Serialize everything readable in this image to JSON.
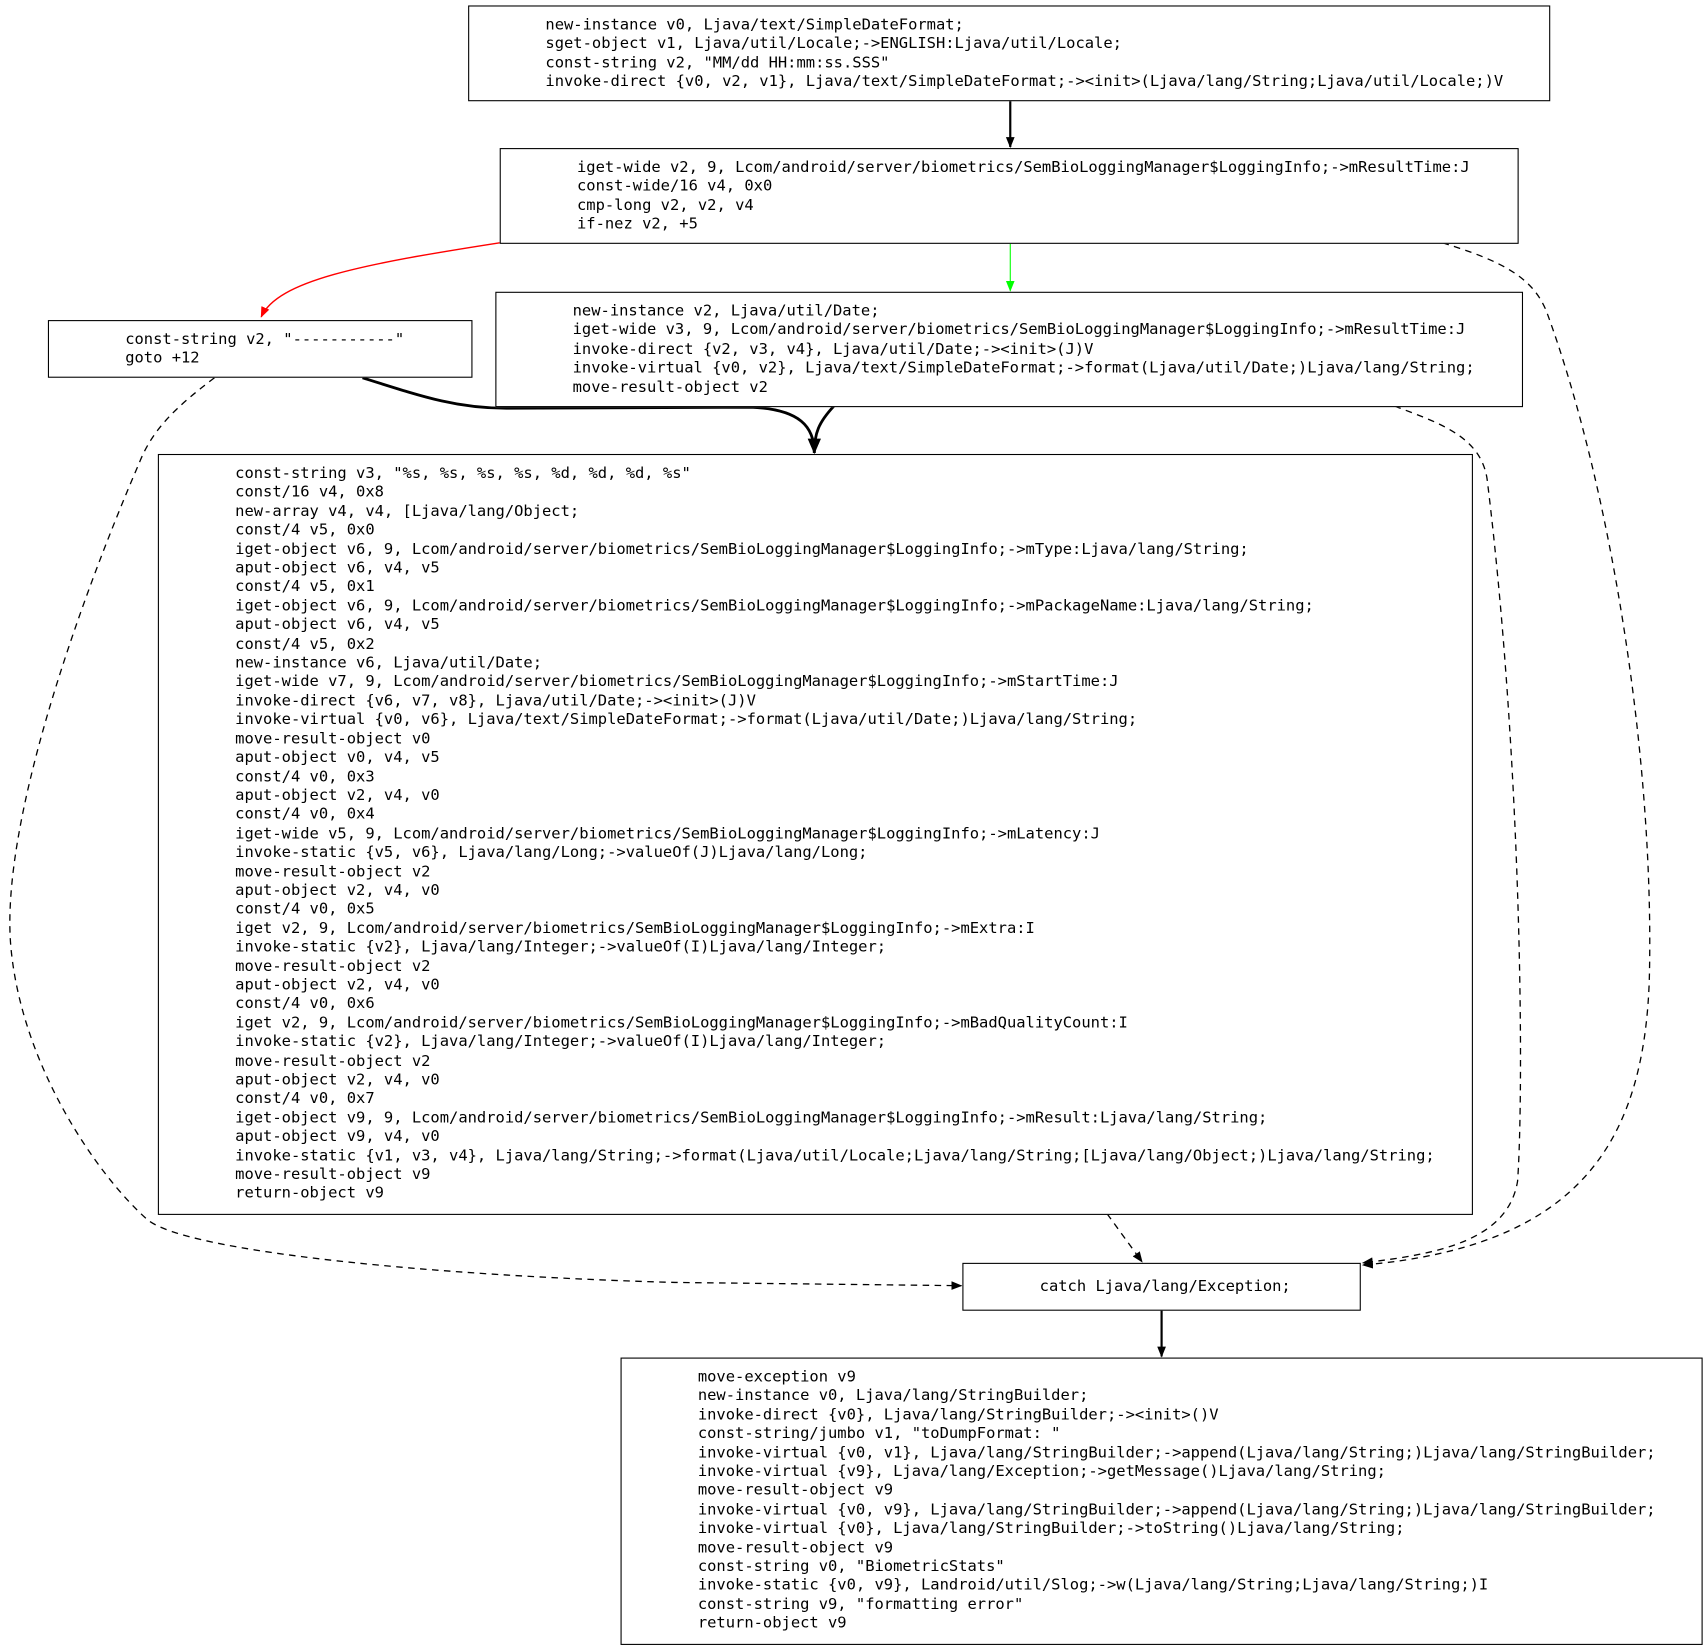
{
  "nodes": [
    {
      "id": "n1",
      "lines": [
        "new-instance v0, Ljava/text/SimpleDateFormat;",
        "sget-object v1, Ljava/util/Locale;->ENGLISH:Ljava/util/Locale;",
        "const-string v2, \"MM/dd HH:mm:ss.SSS\"",
        "invoke-direct {v0, v2, v1}, Ljava/text/SimpleDateFormat;-><init>(Ljava/lang/String;Ljava/util/Locale;)V"
      ]
    },
    {
      "id": "n2",
      "lines": [
        "iget-wide v2, 9, Lcom/android/server/biometrics/SemBioLoggingManager$LoggingInfo;->mResultTime:J",
        "const-wide/16 v4, 0x0",
        "cmp-long v2, v2, v4",
        "if-nez v2, +5"
      ]
    },
    {
      "id": "n3",
      "lines": [
        "const-string v2, \"-----------\"",
        "goto +12"
      ]
    },
    {
      "id": "n4",
      "lines": [
        "new-instance v2, Ljava/util/Date;",
        "iget-wide v3, 9, Lcom/android/server/biometrics/SemBioLoggingManager$LoggingInfo;->mResultTime:J",
        "invoke-direct {v2, v3, v4}, Ljava/util/Date;-><init>(J)V",
        "invoke-virtual {v0, v2}, Ljava/text/SimpleDateFormat;->format(Ljava/util/Date;)Ljava/lang/String;",
        "move-result-object v2"
      ]
    },
    {
      "id": "n5",
      "lines": [
        "const-string v3, \"%s, %s, %s, %s, %d, %d, %d, %s\"",
        "const/16 v4, 0x8",
        "new-array v4, v4, [Ljava/lang/Object;",
        "const/4 v5, 0x0",
        "iget-object v6, 9, Lcom/android/server/biometrics/SemBioLoggingManager$LoggingInfo;->mType:Ljava/lang/String;",
        "aput-object v6, v4, v5",
        "const/4 v5, 0x1",
        "iget-object v6, 9, Lcom/android/server/biometrics/SemBioLoggingManager$LoggingInfo;->mPackageName:Ljava/lang/String;",
        "aput-object v6, v4, v5",
        "const/4 v5, 0x2",
        "new-instance v6, Ljava/util/Date;",
        "iget-wide v7, 9, Lcom/android/server/biometrics/SemBioLoggingManager$LoggingInfo;->mStartTime:J",
        "invoke-direct {v6, v7, v8}, Ljava/util/Date;-><init>(J)V",
        "invoke-virtual {v0, v6}, Ljava/text/SimpleDateFormat;->format(Ljava/util/Date;)Ljava/lang/String;",
        "move-result-object v0",
        "aput-object v0, v4, v5",
        "const/4 v0, 0x3",
        "aput-object v2, v4, v0",
        "const/4 v0, 0x4",
        "iget-wide v5, 9, Lcom/android/server/biometrics/SemBioLoggingManager$LoggingInfo;->mLatency:J",
        "invoke-static {v5, v6}, Ljava/lang/Long;->valueOf(J)Ljava/lang/Long;",
        "move-result-object v2",
        "aput-object v2, v4, v0",
        "const/4 v0, 0x5",
        "iget v2, 9, Lcom/android/server/biometrics/SemBioLoggingManager$LoggingInfo;->mExtra:I",
        "invoke-static {v2}, Ljava/lang/Integer;->valueOf(I)Ljava/lang/Integer;",
        "move-result-object v2",
        "aput-object v2, v4, v0",
        "const/4 v0, 0x6",
        "iget v2, 9, Lcom/android/server/biometrics/SemBioLoggingManager$LoggingInfo;->mBadQualityCount:I",
        "invoke-static {v2}, Ljava/lang/Integer;->valueOf(I)Ljava/lang/Integer;",
        "move-result-object v2",
        "aput-object v2, v4, v0",
        "const/4 v0, 0x7",
        "iget-object v9, 9, Lcom/android/server/biometrics/SemBioLoggingManager$LoggingInfo;->mResult:Ljava/lang/String;",
        "aput-object v9, v4, v0",
        "invoke-static {v1, v3, v4}, Ljava/lang/String;->format(Ljava/util/Locale;Ljava/lang/String;[Ljava/lang/Object;)Ljava/lang/String;",
        "move-result-object v9",
        "return-object v9"
      ]
    },
    {
      "id": "n6",
      "lines": [
        "catch Ljava/lang/Exception;"
      ]
    },
    {
      "id": "n7",
      "lines": [
        "move-exception v9",
        "new-instance v0, Ljava/lang/StringBuilder;",
        "invoke-direct {v0}, Ljava/lang/StringBuilder;-><init>()V",
        "const-string/jumbo v1, \"toDumpFormat: \"",
        "invoke-virtual {v0, v1}, Ljava/lang/StringBuilder;->append(Ljava/lang/String;)Ljava/lang/StringBuilder;",
        "invoke-virtual {v9}, Ljava/lang/Exception;->getMessage()Ljava/lang/String;",
        "move-result-object v9",
        "invoke-virtual {v0, v9}, Ljava/lang/StringBuilder;->append(Ljava/lang/String;)Ljava/lang/StringBuilder;",
        "invoke-virtual {v0}, Ljava/lang/StringBuilder;->toString()Ljava/lang/String;",
        "move-result-object v9",
        "const-string v0, \"BiometricStats\"",
        "invoke-static {v0, v9}, Landroid/util/Slog;->w(Ljava/lang/String;Ljava/lang/String;)I",
        "const-string v9, \"formatting error\"",
        "return-object v9"
      ]
    }
  ],
  "edge_colors": {
    "normal": "#000000",
    "branch_false": "#ff0000",
    "branch_true": "#00ff00",
    "exception": "#000000"
  }
}
